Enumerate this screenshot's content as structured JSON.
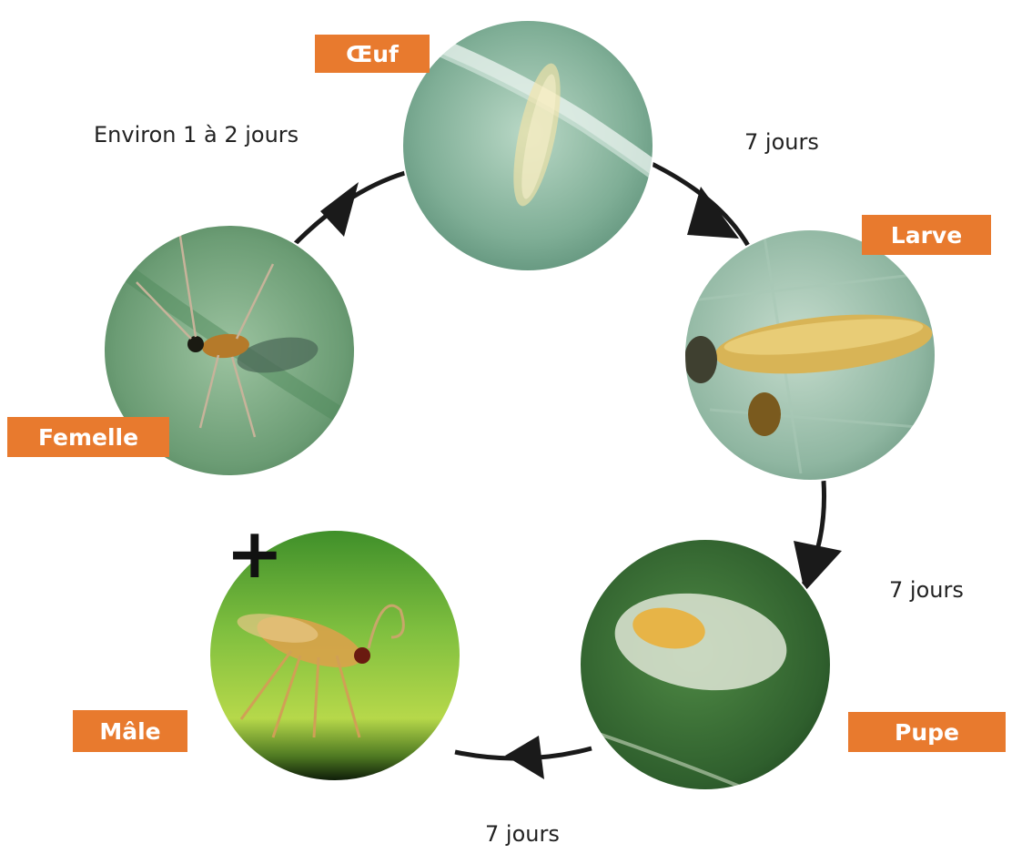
{
  "colors": {
    "label_bg": "#E87A2E",
    "label_text": "#FFFFFF",
    "cycle_line": "#1A1A1A"
  },
  "stages": [
    {
      "key": "egg",
      "label": "Œuf",
      "image": "egg-photo"
    },
    {
      "key": "larva",
      "label": "Larve",
      "image": "larva-photo"
    },
    {
      "key": "pupa",
      "label": "Pupe",
      "image": "pupa-photo"
    },
    {
      "key": "male",
      "label": "Mâle",
      "image": "male-photo"
    },
    {
      "key": "female",
      "label": "Femelle",
      "image": "female-photo"
    }
  ],
  "durations": {
    "female_to_egg": "Environ 1 à 2 jours",
    "egg_to_larva": "7 jours",
    "larva_to_pupa": "7 jours",
    "pupa_to_adult": "7 jours"
  },
  "plus_symbol": "+"
}
